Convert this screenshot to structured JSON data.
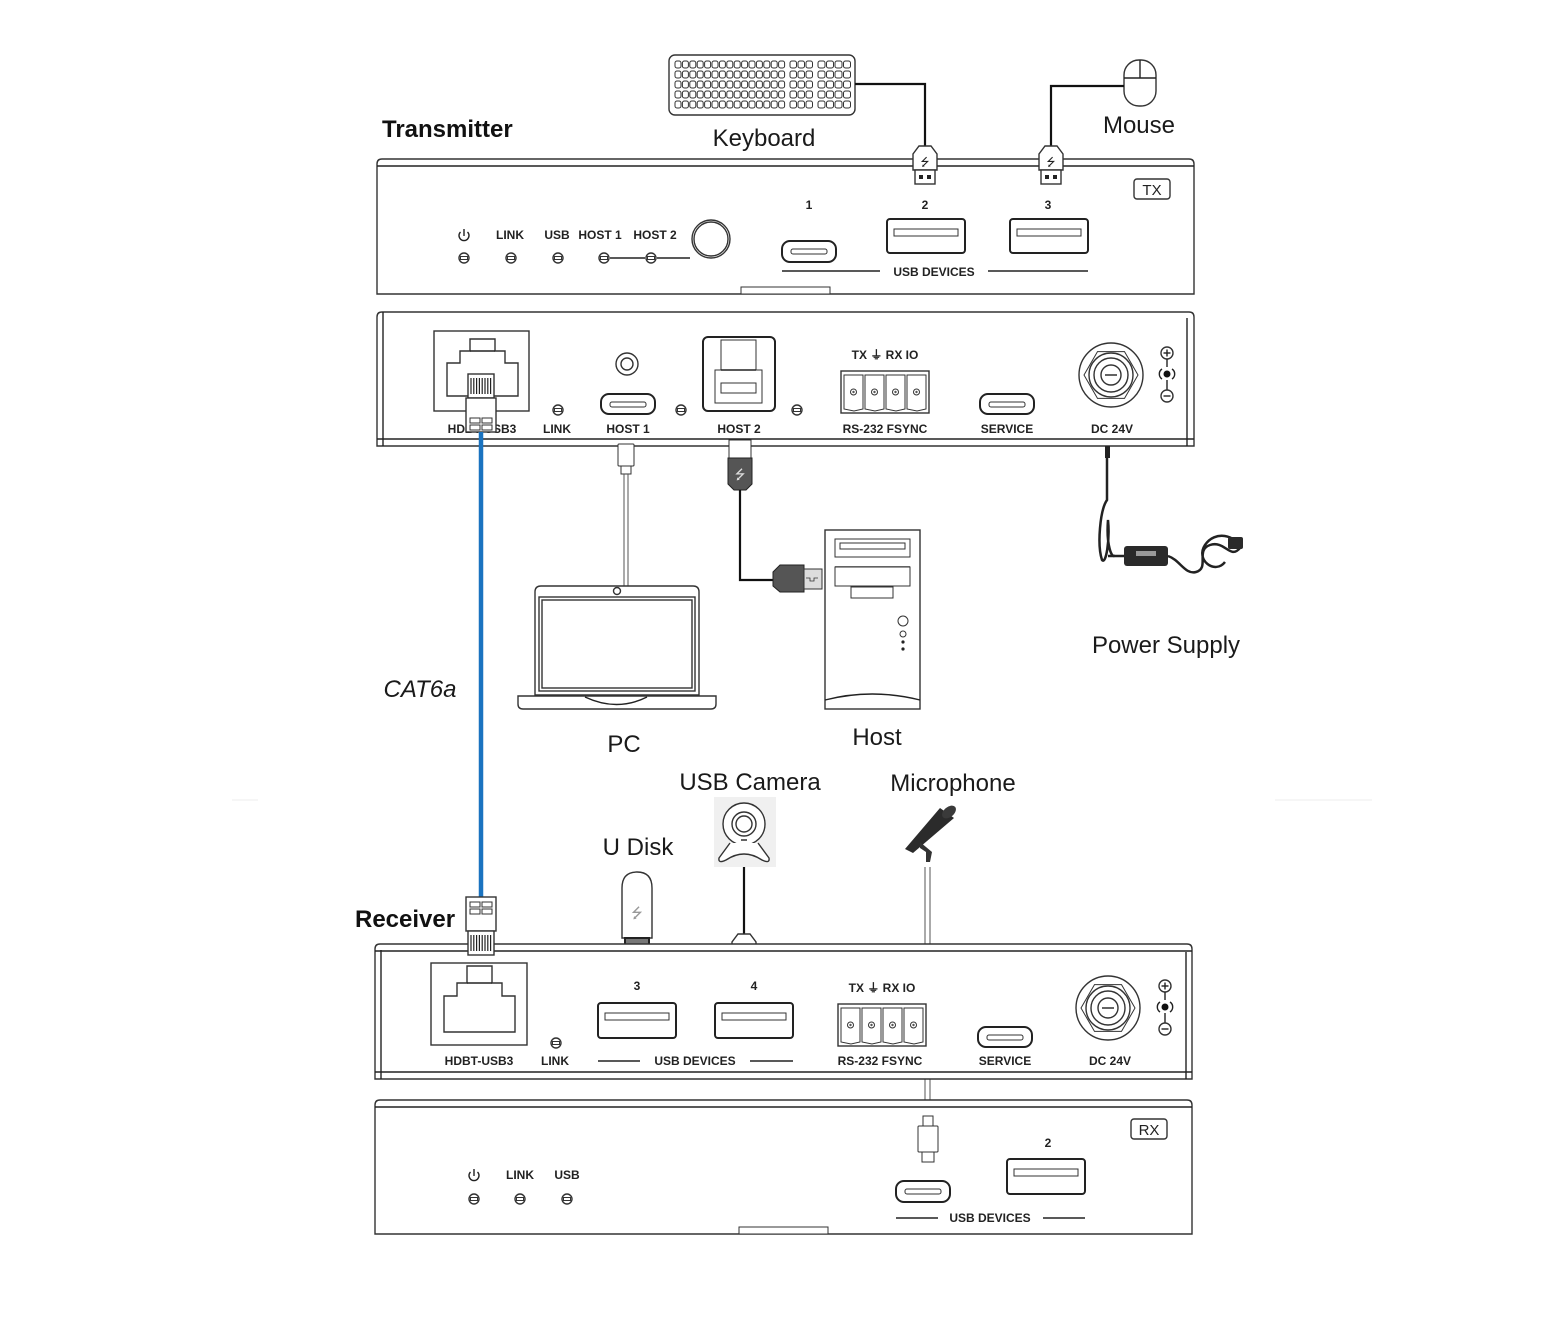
{
  "title_labels": {
    "transmitter": "Transmitter",
    "receiver": "Receiver",
    "cable": "CAT6a"
  },
  "peripherals": {
    "keyboard": "Keyboard",
    "mouse": "Mouse",
    "pc": "PC",
    "host": "Host",
    "power_supply": "Power Supply",
    "usb_camera": "USB Camera",
    "microphone": "Microphone",
    "u_disk": "U Disk"
  },
  "tx_front": {
    "badge": "TX",
    "leds": [
      "LINK",
      "USB",
      "HOST 1",
      "HOST 2"
    ],
    "power_icon": "power-icon",
    "port_numbers": [
      "1",
      "2",
      "3"
    ],
    "usb_devices": "USB DEVICES"
  },
  "tx_rear": {
    "hdbt": "HDBT-USB3",
    "link": "LINK",
    "host1": "HOST 1",
    "host2": "HOST 2",
    "terminal_top": "TX ⏚ RX IO",
    "rs232": "RS-232  FSYNC",
    "service": "SERVICE",
    "dc": "DC 24V"
  },
  "rx_rear": {
    "hdbt": "HDBT-USB3",
    "link": "LINK",
    "port_numbers": [
      "3",
      "4"
    ],
    "usb_devices": "USB DEVICES",
    "terminal_top": "TX ⏚ RX IO",
    "rs232": "RS-232  FSYNC",
    "service": "SERVICE",
    "dc": "DC 24V"
  },
  "rx_front": {
    "badge": "RX",
    "leds": [
      "LINK",
      "USB"
    ],
    "power_icon": "power-icon",
    "port_numbers": [
      "2"
    ],
    "usb_devices": "USB DEVICES"
  },
  "colors": {
    "cat6a_cable": "#1a73c0",
    "outline": "#333333"
  }
}
